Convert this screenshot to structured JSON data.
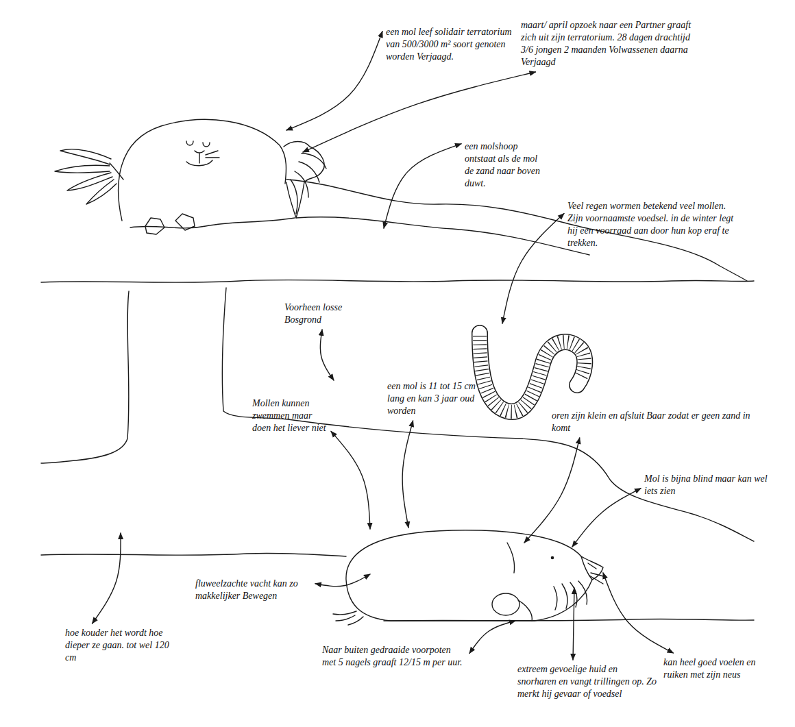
{
  "diagram": {
    "labels": [
      "een mol leef solidair terratorium van 500/3000 m² soort genoten worden Verjaagd.",
      "maart/ april opzoek naar een Partner graaft zich uit zijn terratorium. 28 dagen drachtijd 3/6 jongen 2 maanden Volwassenen daarna Verjaagd",
      "een molshoop ontstaat als de mol de zand naar boven duwt.",
      "Veel regen wormen betekend veel mollen. Zijn voornaamste voedsel. in de winter legt hij een voorraad aan door hun kop eraf te trekken.",
      "Voorheen losse Bosgrond",
      "een mol is 11 tot 15 cm lang en kan 3 jaar oud worden",
      "Mollen kunnen zwemmen maar doen het liever niet",
      "oren zijn klein en afsluit Baar zodat er geen zand in komt",
      "Mol is bijna blind maar kan wel iets zien",
      "fluweelzachte vacht kan zo makkelijker Bewegen",
      "hoe kouder het wordt hoe dieper ze gaan. tot wel 120 cm",
      "Naar buiten gedraaide voorpoten met 5 nagels graaft 12/15 m per uur.",
      "extreem gevoelige huid en snorharen en vangt trillingen op. Zo merkt hij gevaar of voedsel",
      "kan heel goed voelen en ruiken met zijn neus"
    ]
  }
}
